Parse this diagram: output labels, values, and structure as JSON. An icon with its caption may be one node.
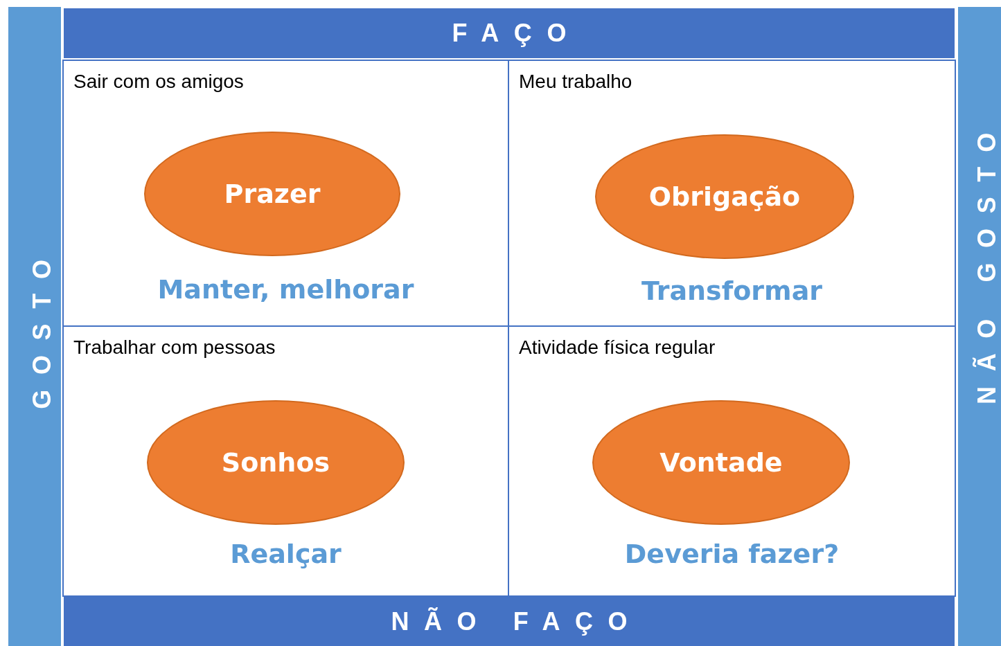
{
  "diagram": {
    "nodes": [
      {
        "text": [
          "FAÇO"
        ]
      },
      {
        "text": [
          "GOSTO"
        ]
      },
      {
        "text": [
          "Sair com os amigos",
          "Manter, melhorar"
        ]
      },
      {
        "text": [
          "Prazer"
        ],
        "in": 2
      },
      {
        "text": [
          "Meu trabalho",
          "Transformar"
        ]
      },
      {
        "text": [
          "Obrigação"
        ],
        "in": 4
      },
      {
        "text": [
          "NÃO GOSTO"
        ]
      },
      {
        "text": [
          "Trabalhar com pessoas",
          "Realçar"
        ]
      },
      {
        "text": [
          "Sonhos"
        ],
        "in": 7
      },
      {
        "text": [
          "Atividade física regular",
          "Deveria fazer?"
        ]
      },
      {
        "text": [
          "Vontade"
        ],
        "in": 9
      },
      {
        "text": [
          "NÃO FAÇO"
        ]
      }
    ]
  }
}
